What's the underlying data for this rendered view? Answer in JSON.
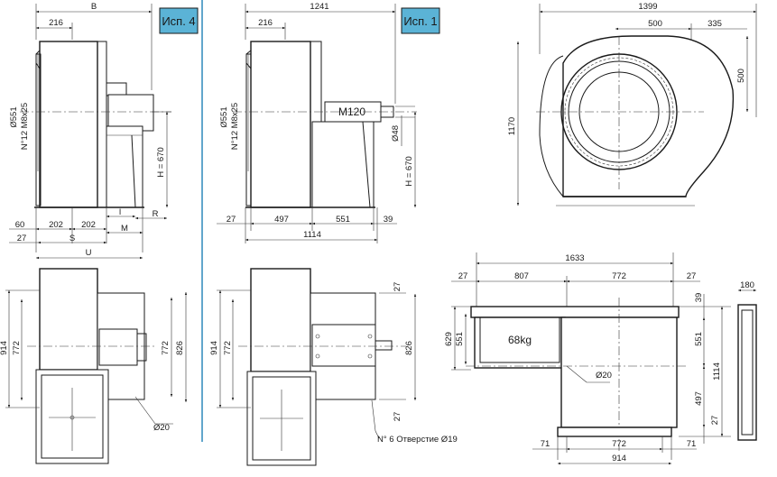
{
  "badges": {
    "left": "Исп. 4",
    "middle": "Исп. 1",
    "color": "#5bb3d6"
  },
  "accent_line": "#3a8fc0",
  "left_top": {
    "B": "B",
    "d216": "216",
    "d551": "Ø551",
    "bolts": "N°12 M8x25",
    "H": "H = 670",
    "l": "l",
    "R": "R",
    "d60": "60",
    "d202a": "202",
    "d202b": "202",
    "M": "M",
    "d27": "27",
    "S": "S",
    "U": "U"
  },
  "mid_top": {
    "d1241": "1241",
    "d216": "216",
    "d551": "Ø551",
    "bolts": "N°12 M8x25",
    "motor": "M120",
    "d48": "Ø48",
    "H": "H = 670",
    "d27": "27",
    "d497": "497",
    "d551b": "551",
    "d39": "39",
    "d1114": "1114"
  },
  "right_top": {
    "d1399": "1399",
    "d500a": "500",
    "d335": "335",
    "d500b": "500",
    "d1170": "1170"
  },
  "left_bot": {
    "d914": "914",
    "d772a": "772",
    "d772b": "772",
    "d826": "826",
    "hole": "Ø20"
  },
  "mid_bot": {
    "d914": "914",
    "d772": "772",
    "d826": "826",
    "d27a": "27",
    "d27b": "27",
    "holes": "N° 6 Отверстие Ø19"
  },
  "right_bot": {
    "d1633": "1633",
    "d27a": "27",
    "d807": "807",
    "d772": "772",
    "d27b": "27",
    "d629": "629",
    "d551": "551",
    "mass": "68kg",
    "d39": "39",
    "d551b": "551",
    "d1114": "1114",
    "d497": "497",
    "d27c": "27",
    "hole": "Ø20",
    "d71a": "71",
    "d772b": "772",
    "d71b": "71",
    "d914": "914",
    "d180": "180"
  }
}
